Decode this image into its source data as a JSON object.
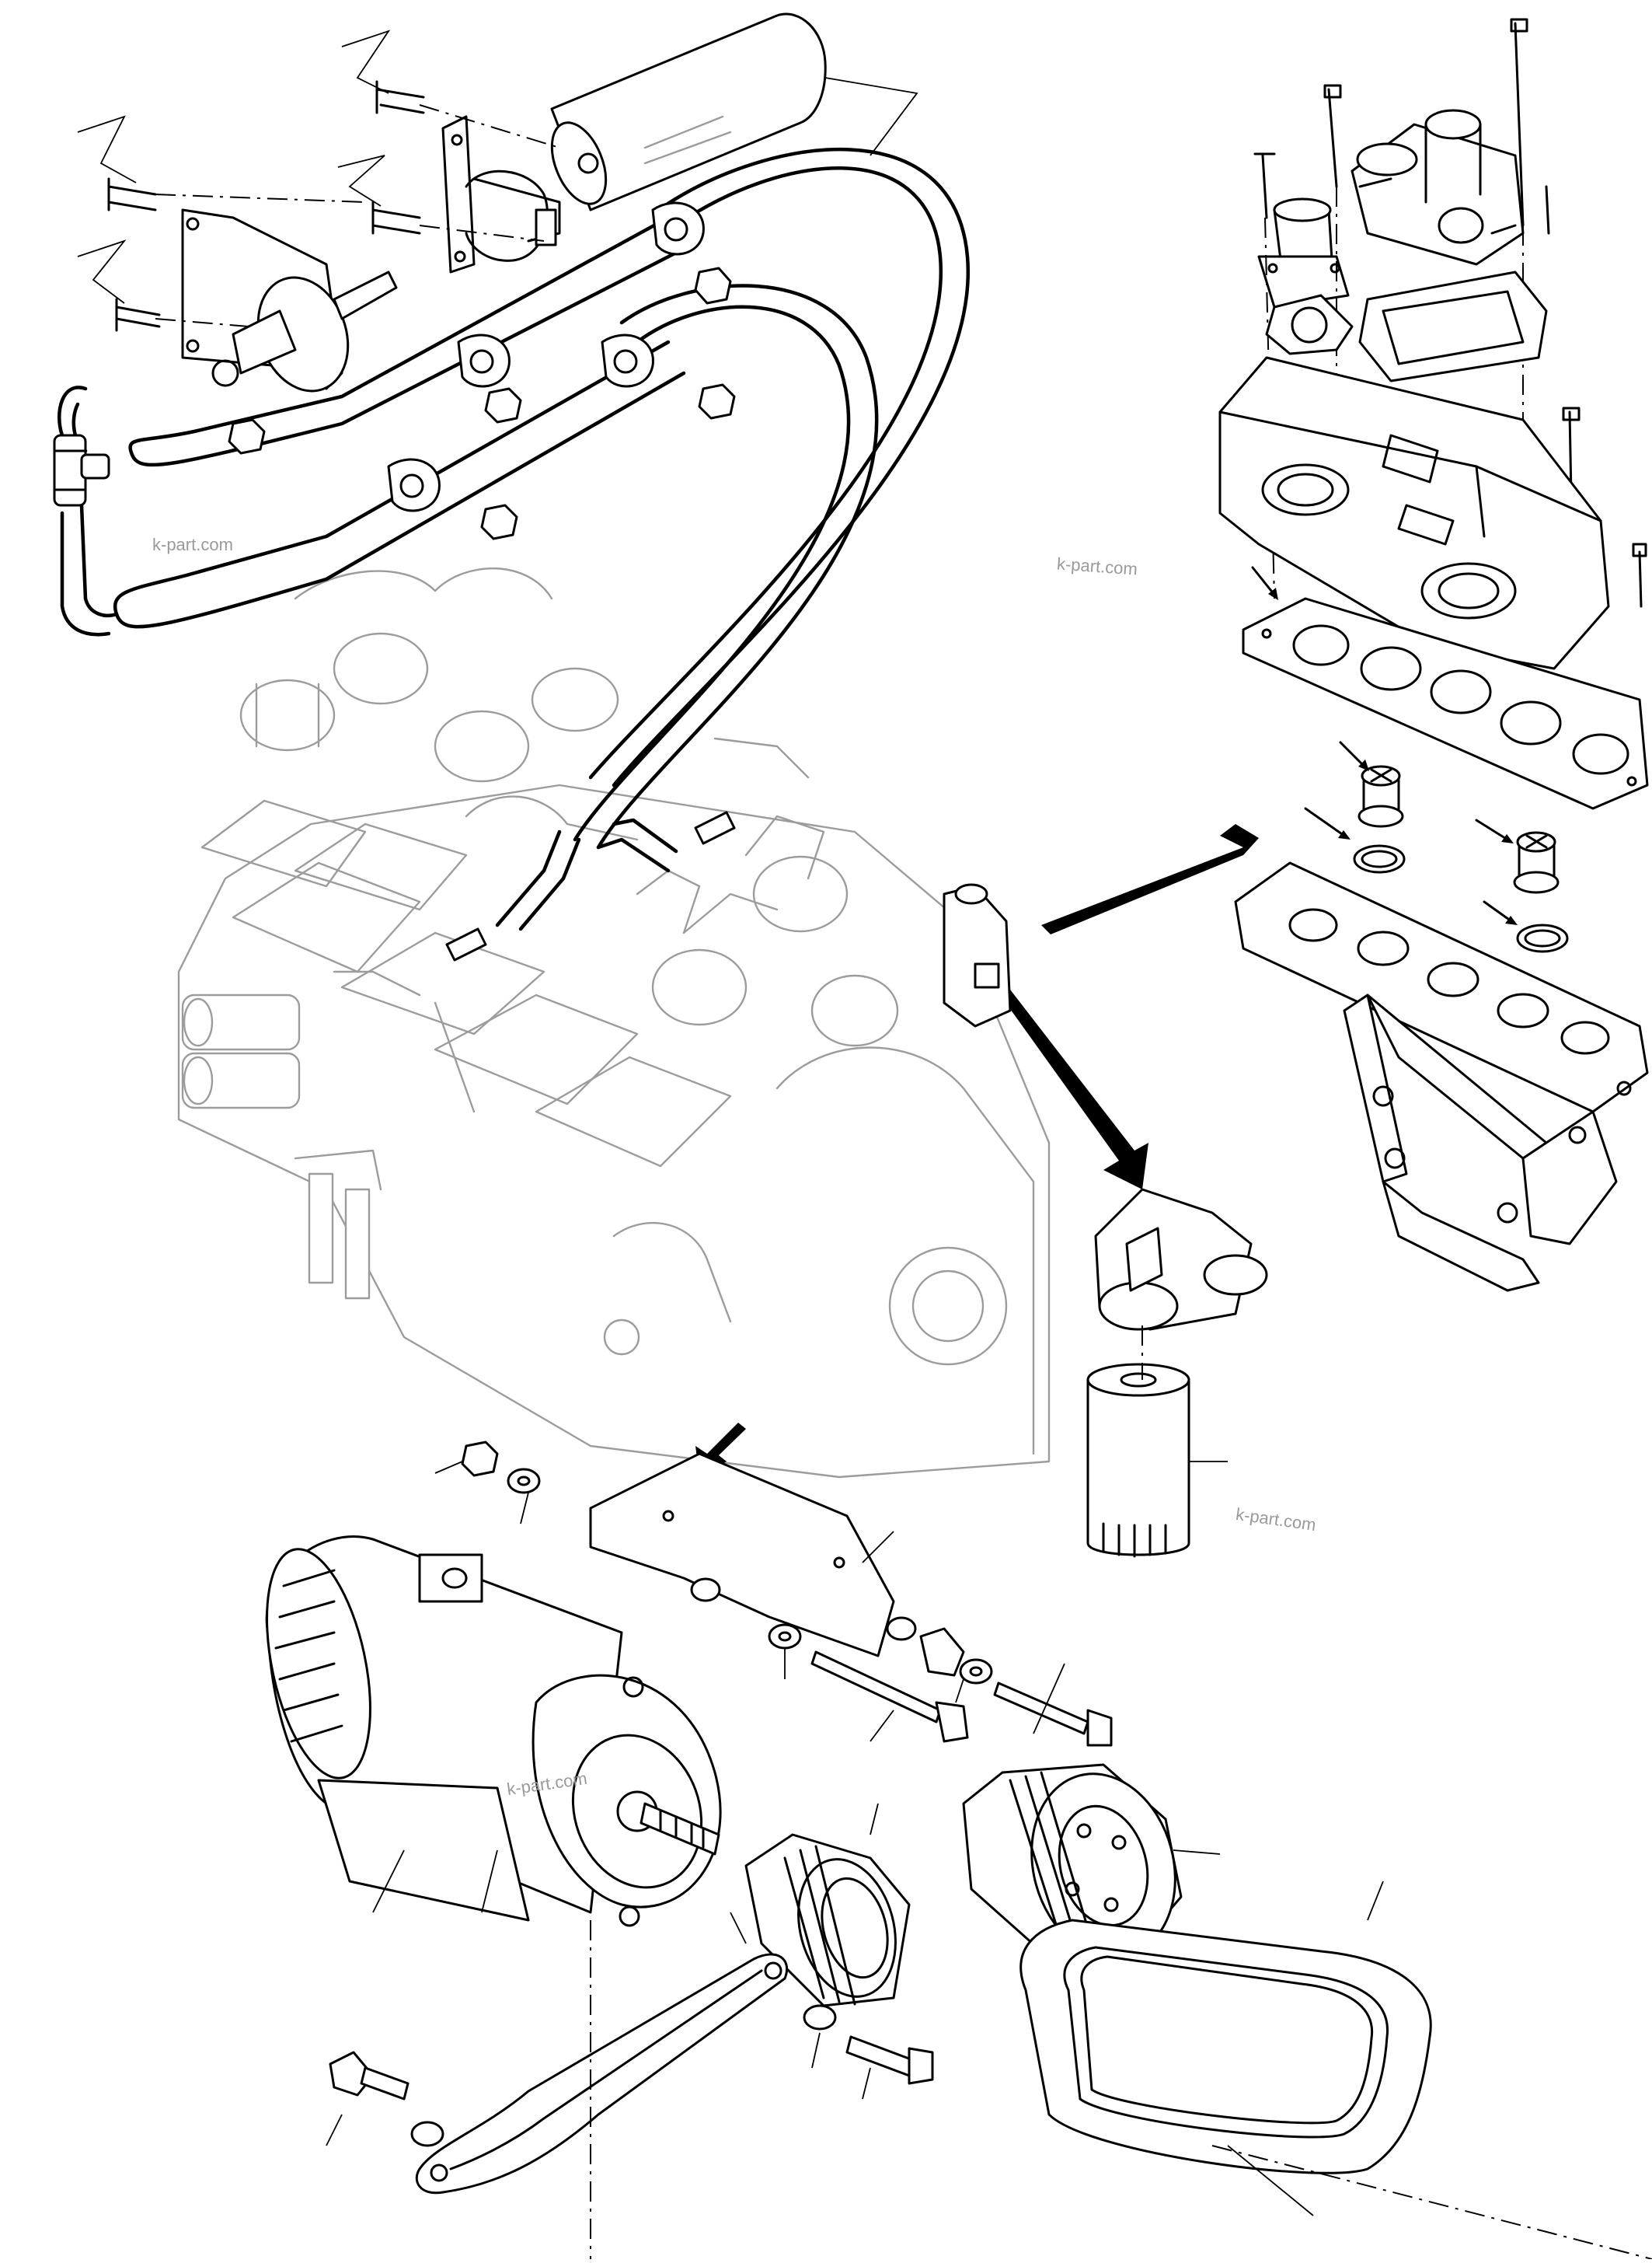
{
  "watermarks": [
    {
      "id": "wm1",
      "text": "k-part.com"
    },
    {
      "id": "wm2",
      "text": "k-part.com"
    },
    {
      "id": "wm3",
      "text": "k-part.com"
    },
    {
      "id": "wm4",
      "text": "k-part.com"
    }
  ],
  "colors": {
    "line": "#000000",
    "engine_outline": "#9c9c9c",
    "watermark": "#9a9a9a",
    "background": "#ffffff"
  }
}
